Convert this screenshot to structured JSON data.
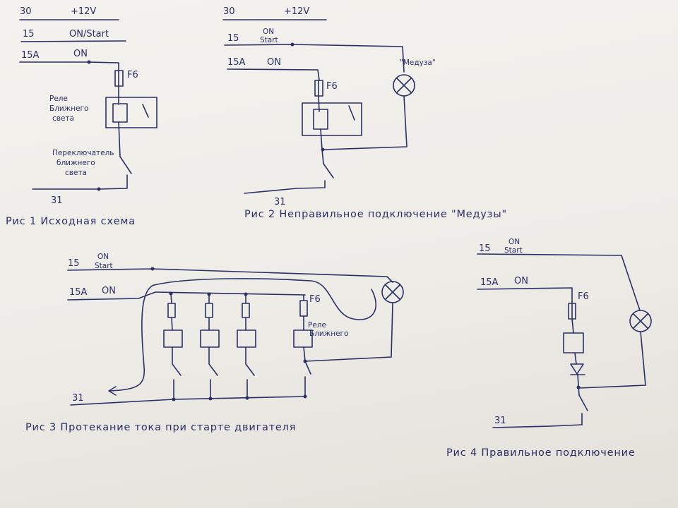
{
  "fig1": {
    "t30": "30",
    "t12v": "+12V",
    "t15": "15",
    "t15_state": "ON/Start",
    "t15a": "15A",
    "t15a_state": "ON",
    "fuse": "F6",
    "relay_l1": "Реле",
    "relay_l2": "Ближнего",
    "relay_l3": "света",
    "sw_l1": "Переключатель",
    "sw_l2": "ближнего",
    "sw_l3": "света",
    "t31": "31",
    "caption": "Рис 1  Исходная схема"
  },
  "fig2": {
    "t30": "30",
    "t12v": "+12V",
    "t15": "15",
    "t15_on": "ON",
    "t15_start": "Start",
    "t15a": "15A",
    "t15a_state": "ON",
    "lamp": "\"Медуза\"",
    "fuse": "F6",
    "t31": "31",
    "caption": "Рис 2  Неправильное подключение \"Медузы\""
  },
  "fig3": {
    "t15": "15",
    "t15_on": "ON",
    "t15_start": "Start",
    "t15a": "15A",
    "t15a_state": "ON",
    "fuse": "F6",
    "relay_l1": "Реле",
    "relay_l2": "Ближнего",
    "t31": "31",
    "caption": "Рис 3  Протекание тока при старте двигателя"
  },
  "fig4": {
    "t15": "15",
    "t15_on": "ON",
    "t15_start": "Start",
    "t15a": "15A",
    "t15a_state": "ON",
    "fuse": "F6",
    "t31": "31",
    "caption": "Рис 4  Правильное подключение"
  }
}
